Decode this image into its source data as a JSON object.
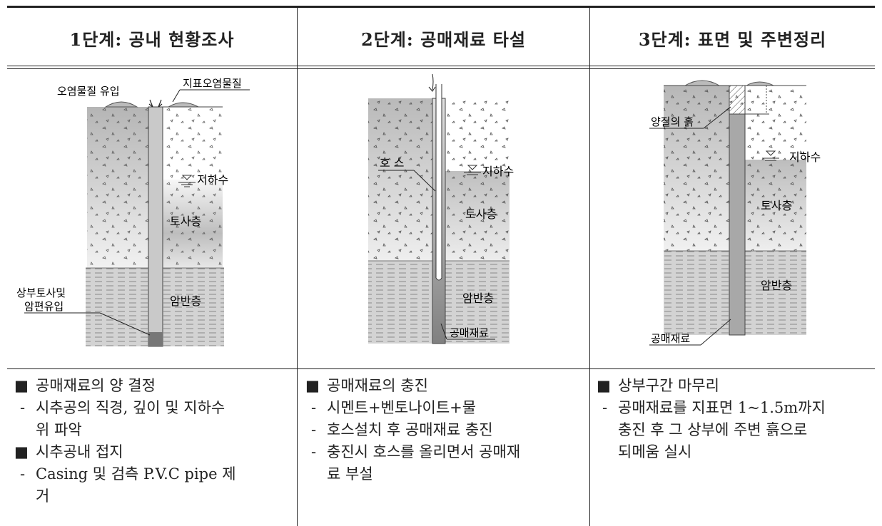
{
  "headers": [
    "1단계: 공내 현황조사",
    "2단계: 공매재료 타설",
    "3단계: 표면 및 주변정리"
  ],
  "diagram1": {
    "label_contaminant_inflow": "오염물질 유입",
    "label_surface_contaminant": "지표오염물질",
    "label_groundwater": "지하수",
    "label_soil_layer": "토사층",
    "label_upper_soil_line1": "상부토사및",
    "label_upper_soil_line2": "암편유입",
    "label_rock_layer": "암반층"
  },
  "diagram2": {
    "label_hose": "호 스",
    "label_groundwater": "지하수",
    "label_soil_layer": "토사층",
    "label_rock_layer": "암반층",
    "label_backfill": "공매재료"
  },
  "diagram3": {
    "label_quality_soil": "양질의 흙",
    "label_groundwater": "지하수",
    "label_soil_layer": "토사층",
    "label_rock_layer": "암반층",
    "label_backfill": "공매재료"
  },
  "notes": {
    "col1": {
      "b1": "공매재료의 양 결정",
      "d1_l1": "시추공의 직경, 깊이 및 지하수",
      "d1_l2": "위 파악",
      "b2": "시추공내 접지",
      "d2_l1": "Casing 및 검측 P.V.C pipe 제",
      "d2_l2": "거"
    },
    "col2": {
      "b1": "공매재료의 충진",
      "d1": "시멘트+벤토나이트+물",
      "d2": "호스설치 후 공매재료 충진",
      "d3_l1": "충진시 호스를 올리면서 공매재",
      "d3_l2": "료 부설"
    },
    "col3": {
      "b1": "상부구간 마무리",
      "d1_l1": "공매재료를 지표면 1~1.5m까지",
      "d1_l2": "충진 후 그 상부에 주변 흙으로",
      "d1_l3": "되메움 실시"
    },
    "bullet": "■",
    "dash": "-"
  },
  "colors": {
    "rule": "#222222",
    "soil_dark": "#b9b9b9",
    "rock": "#d4d4d4",
    "pipe": "#a8a8a8"
  }
}
